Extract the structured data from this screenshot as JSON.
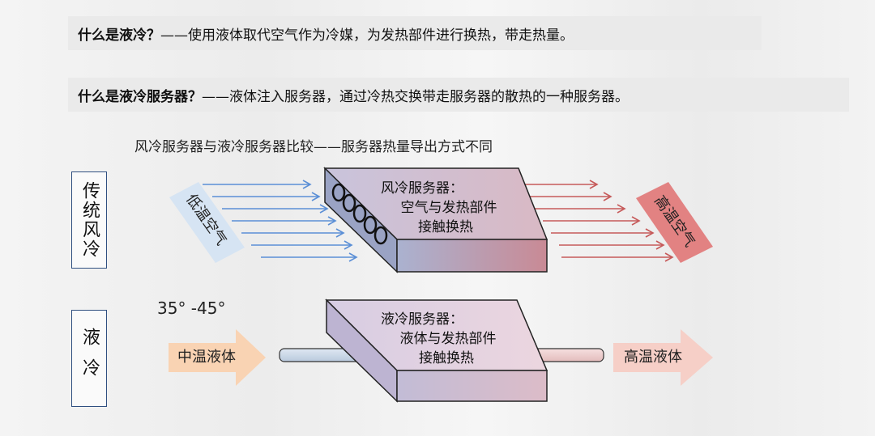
{
  "banner1": {
    "bold": "什么是液冷？",
    "rest": "——使用液体取代空气作为冷媒，为发热部件进行换热，带走热量。"
  },
  "banner2": {
    "bold": "什么是液冷服务器？",
    "rest": "——液体注入服务器，通过冷热交换带走服务器的散热的一种服务器。"
  },
  "subtitle": "风冷服务器与液冷服务器比较——服务器热量导出方式不同",
  "air": {
    "side_label": "传统风冷",
    "inlet": "低温空气",
    "outlet": "高温空气",
    "server_lines": [
      "风冷服务器：",
      "空气与发热部件",
      "接触换热"
    ]
  },
  "liquid": {
    "side_label": "液冷",
    "temp_range": "35° -45°",
    "inlet": "中温液体",
    "outlet": "高温液体",
    "server_lines": [
      "液冷服务器：",
      "液体与发热部件",
      "接触换热"
    ]
  },
  "colors": {
    "cold_arrow": "#5b8fd6",
    "hot_arrow": "#c65a5a",
    "box_border": "#2f4f80",
    "inlet_air_bg": "#d6e4f3",
    "outlet_air_bg": "#e28282",
    "liquid_in_bg": "#f9d3b3",
    "liquid_out_bg": "#f6cfc7"
  },
  "icons": {
    "server_vents": "circle-vent-icon"
  }
}
